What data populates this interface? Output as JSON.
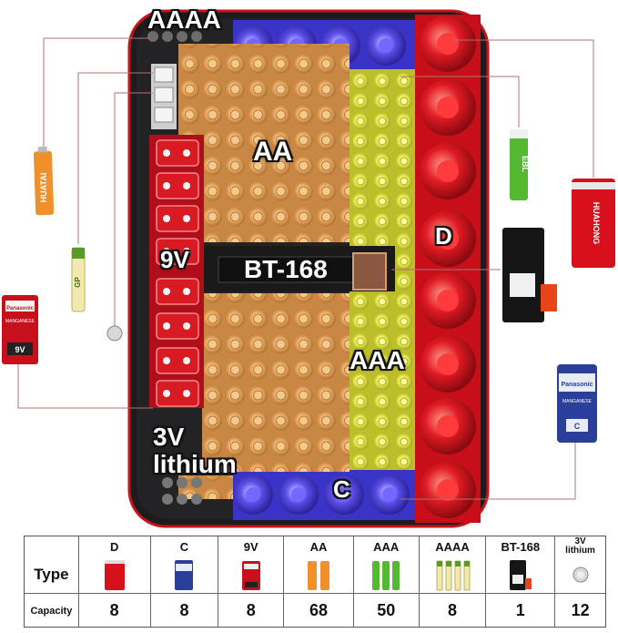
{
  "labels": {
    "aaaa": "AAAA",
    "aa": "AA",
    "d": "D",
    "nine_v": "9V",
    "bt168": "BT-168",
    "aaa": "AAA",
    "lithium_line1": "3V",
    "lithium_line2": "lithium",
    "c": "C"
  },
  "product_text": {
    "huatai": "HUATAI",
    "gp": "GP",
    "ebl": "EBL",
    "huahong": "HUAHONG",
    "panasonic_9v_brand": "Panasonic",
    "panasonic_9v_sub": "MANGANESE",
    "panasonic_9v_size": "9V",
    "panasonic_c_brand": "Panasonic",
    "panasonic_c_sub": "MANGANESE",
    "panasonic_c_size": "C"
  },
  "table": {
    "row_type_label": "Type",
    "row_capacity_label": "Capacity",
    "columns": [
      {
        "name": "D",
        "capacity": "8"
      },
      {
        "name": "C",
        "capacity": "8"
      },
      {
        "name": "9V",
        "capacity": "8"
      },
      {
        "name": "AA",
        "capacity": "68"
      },
      {
        "name": "AAA",
        "capacity": "50"
      },
      {
        "name": "AAAA",
        "capacity": "8"
      },
      {
        "name": "BT-168",
        "capacity": "1"
      },
      {
        "name": "3V lithium",
        "capacity": "12"
      }
    ]
  },
  "colors": {
    "case_black": "#1c1c1e",
    "case_edge_red": "#c8131b",
    "aa_orange": "#e2a15a",
    "aaa_yellow": "#e6e84a",
    "d_red": "#d8101c",
    "ninev_red": "#c8101c",
    "c_blue": "#3a33c8",
    "aaaa_gray": "#d9d9d9"
  }
}
